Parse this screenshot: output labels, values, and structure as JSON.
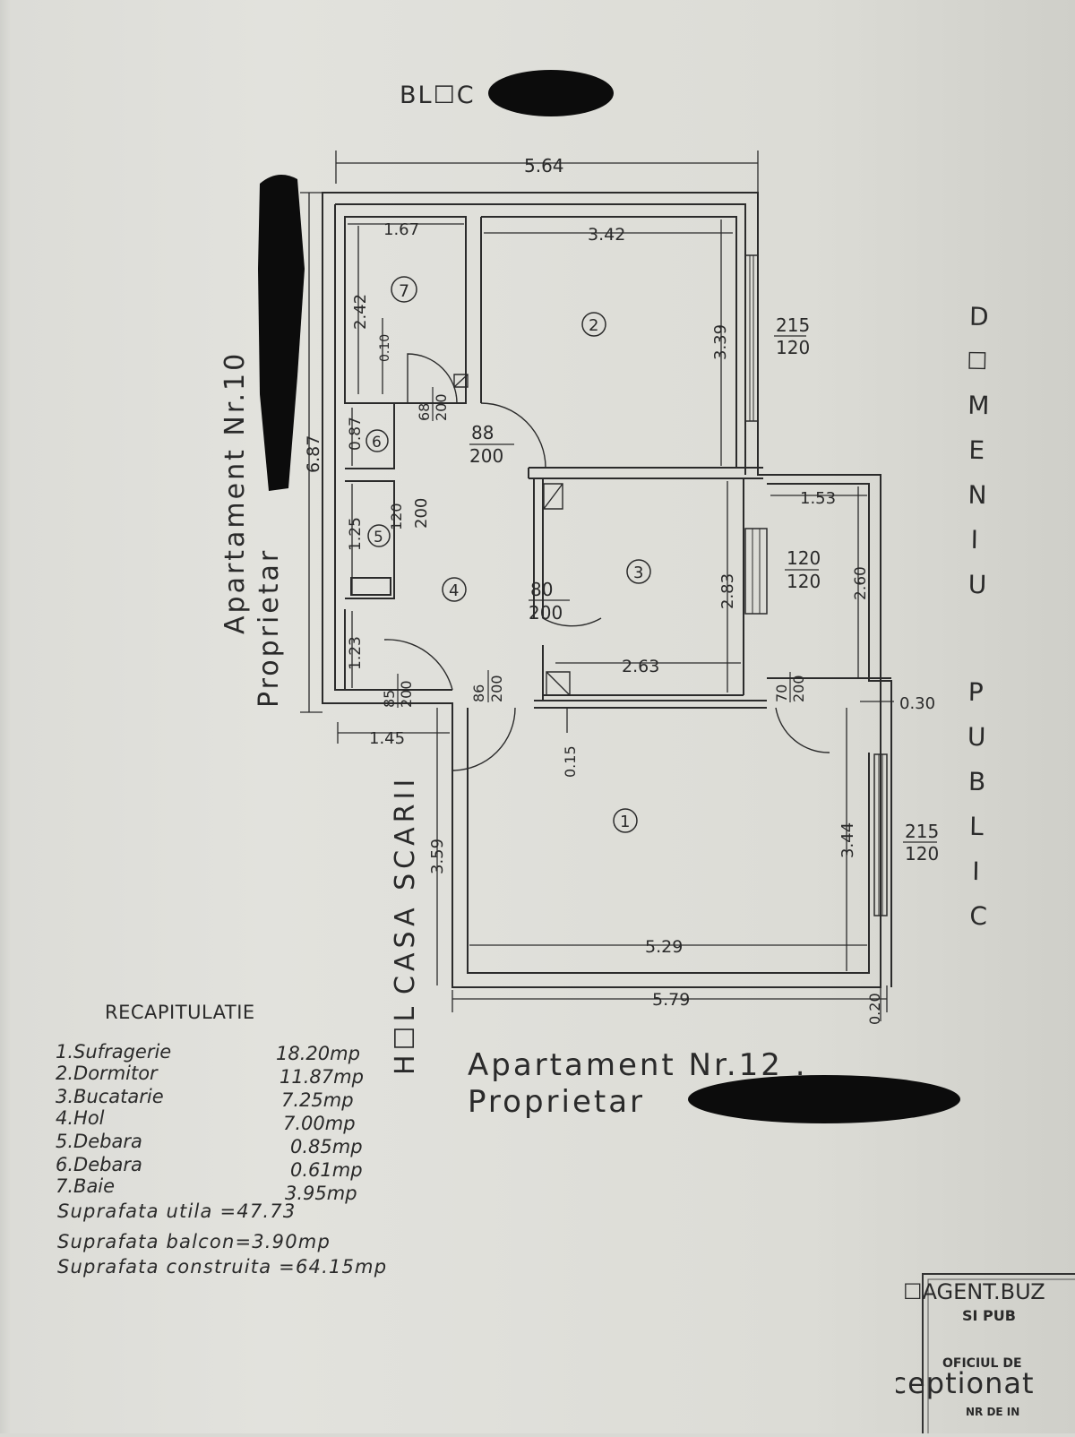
{
  "header": {
    "bloc_label": "BL☐C"
  },
  "dimensions": {
    "overall_top": "5.64",
    "overall_left": "6.87",
    "baie_width": "1.67",
    "baie_height": "2.42",
    "baie_gap": "0.10",
    "dormitor_width": "3.42",
    "dormitor_height": "3.39",
    "debara6_height": "0.87",
    "debara5_height": "1.25",
    "hol_lower_height": "1.23",
    "hol_entry_width": "1.45",
    "bucatarie_width": "2.63",
    "bucatarie_height": "2.83",
    "balcon_width": "1.53",
    "balcon_height": "2.60",
    "wall_right": "0.30",
    "wall_mid": "0.15",
    "sufragerie_height_left": "3.59",
    "sufragerie_height_right": "3.44",
    "sufragerie_width": "5.29",
    "overall_bottom": "5.79",
    "wall_bottom": "0.20"
  },
  "openings": {
    "window_dormitor": {
      "w": "215",
      "h": "120"
    },
    "window_bucatarie": {
      "w": "120",
      "h": "120"
    },
    "window_sufragerie": {
      "w": "215",
      "h": "120"
    },
    "door_baie": {
      "w": "68",
      "h": "200"
    },
    "door_dormitor": {
      "w": "88",
      "h": "200"
    },
    "door_debara": {
      "w": "120",
      "h": "200"
    },
    "door_bucatarie": {
      "w": "80",
      "h": "200"
    },
    "door_entry": {
      "w": "85",
      "h": "200"
    },
    "door_sufragerie": {
      "w": "86",
      "h": "200"
    },
    "door_balcon": {
      "w": "70",
      "h": "200"
    }
  },
  "rooms": [
    "1",
    "2",
    "3",
    "4",
    "5",
    "6",
    "7"
  ],
  "labels": {
    "apt10_line1": "Apartament Nr.10",
    "apt10_line2": "Proprietar",
    "casa_scarii": "CASA SCARII",
    "hol": "H☐L",
    "domeniu_public": [
      "D",
      "☐",
      "M",
      "E",
      "N",
      "I",
      "U",
      "P",
      "U",
      "B",
      "L",
      "I",
      "C"
    ],
    "apt12_line1": "Apartament Nr.12 .",
    "apt12_line2": "Proprietar"
  },
  "recapitulatie": {
    "title": "RECAPITULATIE",
    "items": [
      {
        "name": "1.Sufragerie",
        "area": "18.20mp"
      },
      {
        "name": "2.Dormitor",
        "area": "11.87mp"
      },
      {
        "name": "3.Bucatarie",
        "area": "7.25mp"
      },
      {
        "name": "4.Hol",
        "area": "7.00mp"
      },
      {
        "name": "5.Debara",
        "area": "0.85mp"
      },
      {
        "name": "6.Debara",
        "area": "0.61mp"
      },
      {
        "name": "7.Baie",
        "area": "3.95mp"
      }
    ],
    "utila": "Suprafata utila =47.73",
    "balcon": "Suprafata balcon=3.90mp",
    "construita": "Suprafata construita =64.15mp"
  },
  "stamp": {
    "line1": "☐AGENT.BUZ",
    "line2": "SI PUB",
    "line3": "OFICIUL DE",
    "line4": "Receptionat",
    "line5": "NR DE IN"
  }
}
